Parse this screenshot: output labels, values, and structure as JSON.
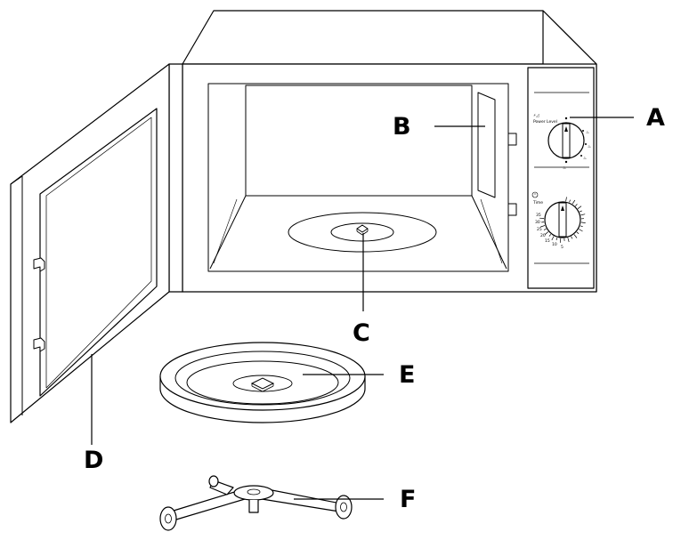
{
  "callouts": {
    "A": "A",
    "B": "B",
    "C": "C",
    "D": "D",
    "E": "E",
    "F": "F"
  },
  "controls": {
    "power_level_label": "Power Level",
    "timer_label": "Time"
  },
  "timer_ticks": [
    "35",
    "30",
    "25",
    "20",
    "15",
    "10",
    "5"
  ],
  "colors": {
    "stroke": "#000000",
    "fill": "#ffffff"
  }
}
